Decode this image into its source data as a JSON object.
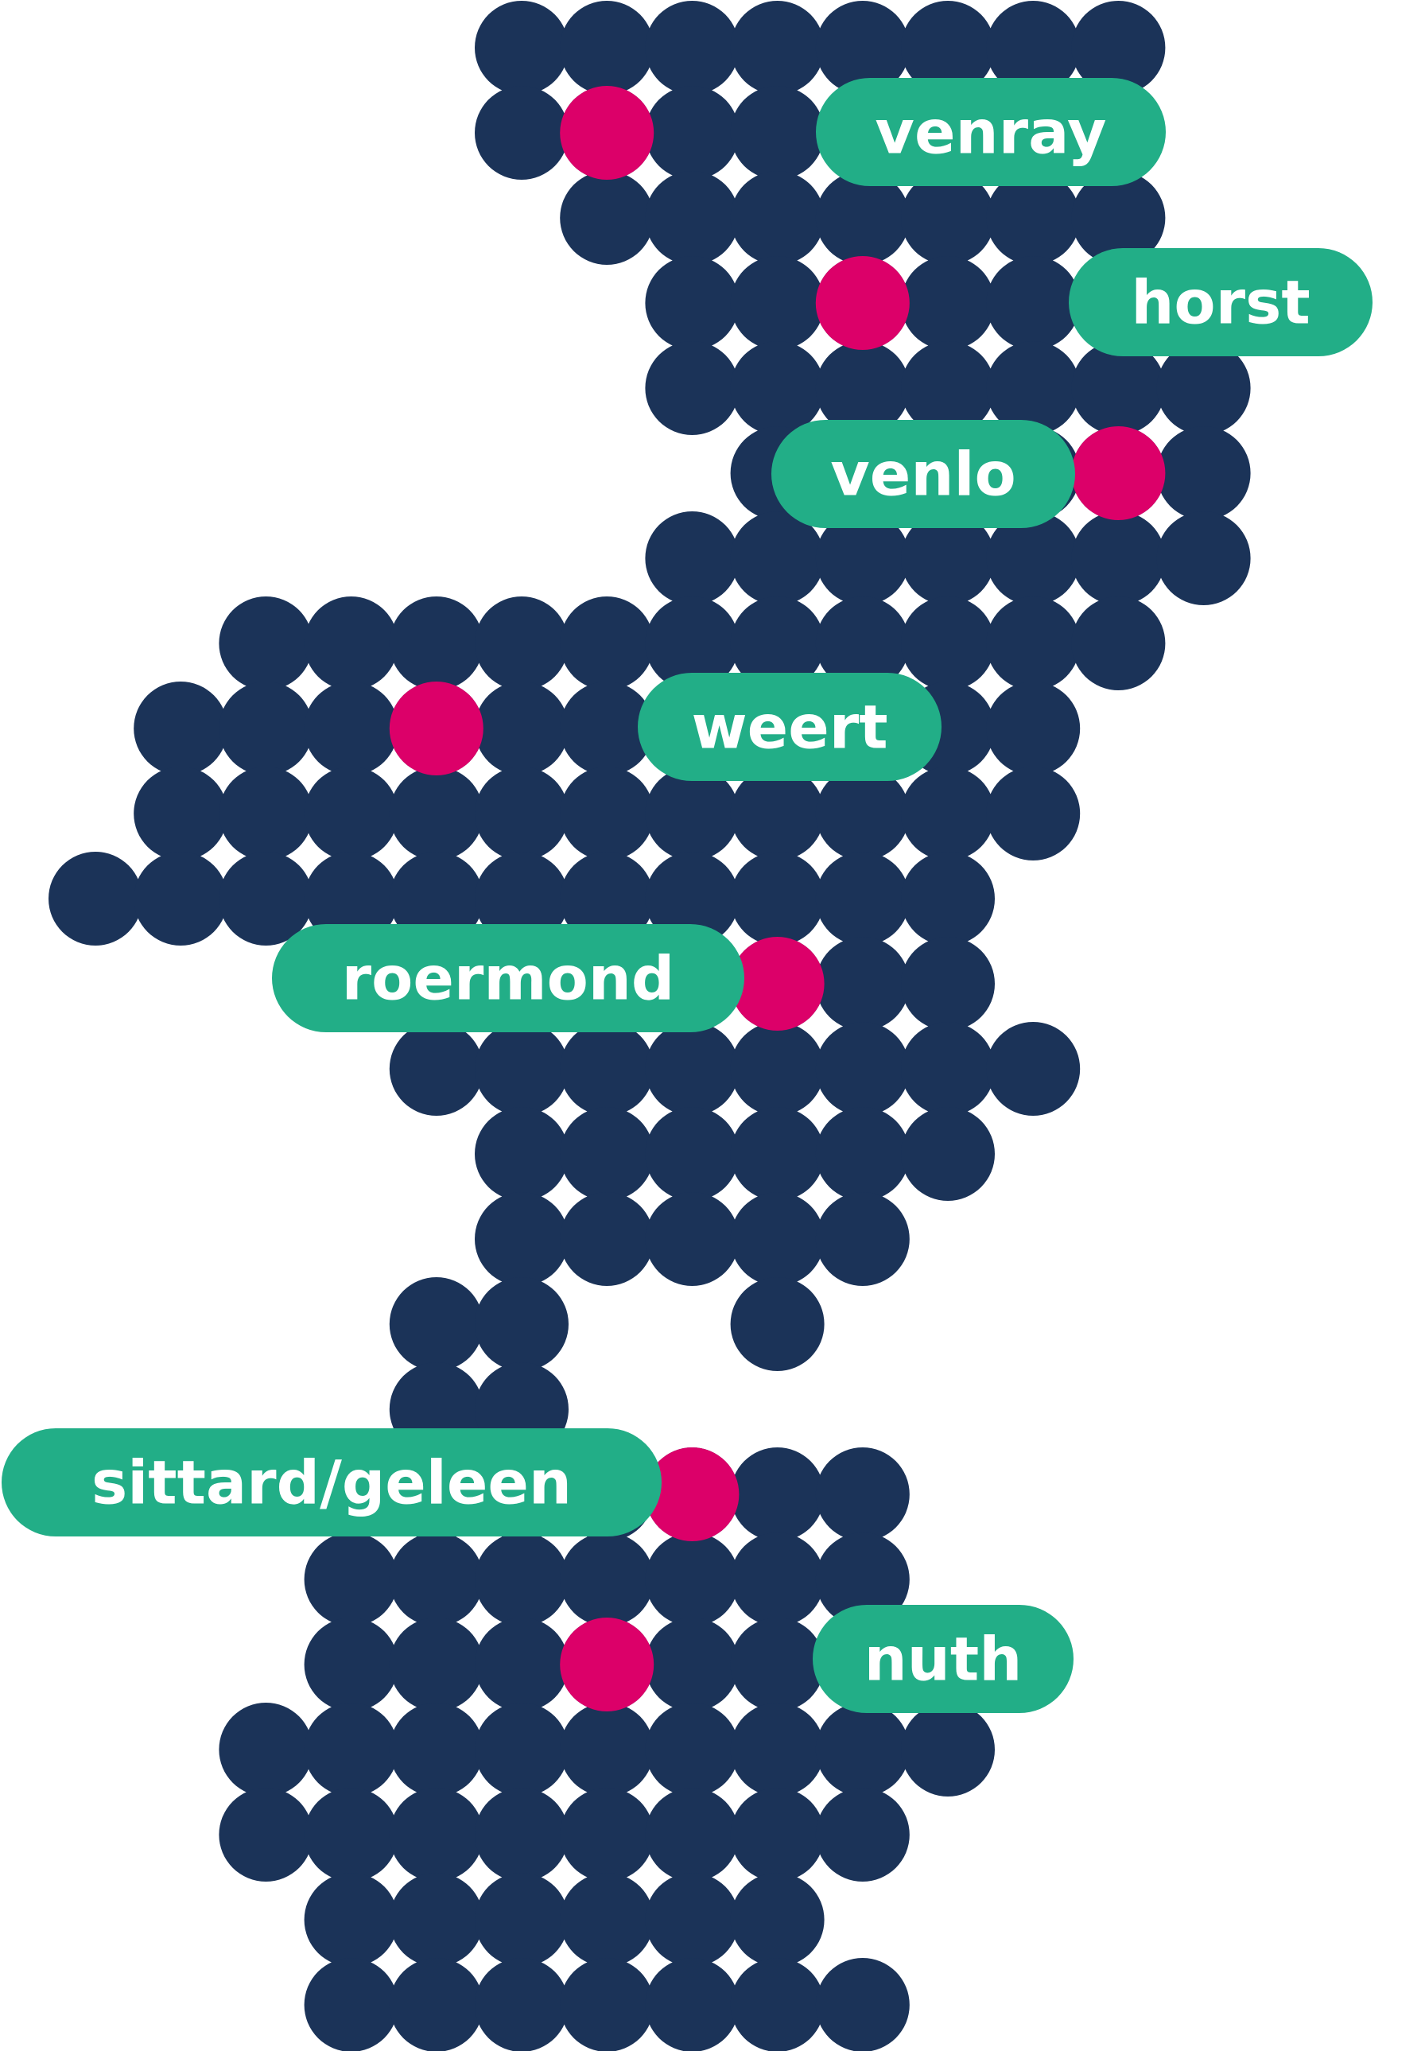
{
  "map": {
    "colors": {
      "background": "#ffffff",
      "dot": "#1b3358",
      "city_marker": "#dc0069",
      "label_pill": "#22ae87",
      "label_text": "#ffffff"
    },
    "cities": [
      {
        "id": "venray",
        "name": "venray"
      },
      {
        "id": "horst",
        "name": "horst"
      },
      {
        "id": "venlo",
        "name": "venlo"
      },
      {
        "id": "weert",
        "name": "weert"
      },
      {
        "id": "roermond",
        "name": "roermond"
      },
      {
        "id": "sittard-geleen",
        "name": "sittard/geleen"
      },
      {
        "id": "nuth",
        "name": "nuth"
      }
    ]
  }
}
